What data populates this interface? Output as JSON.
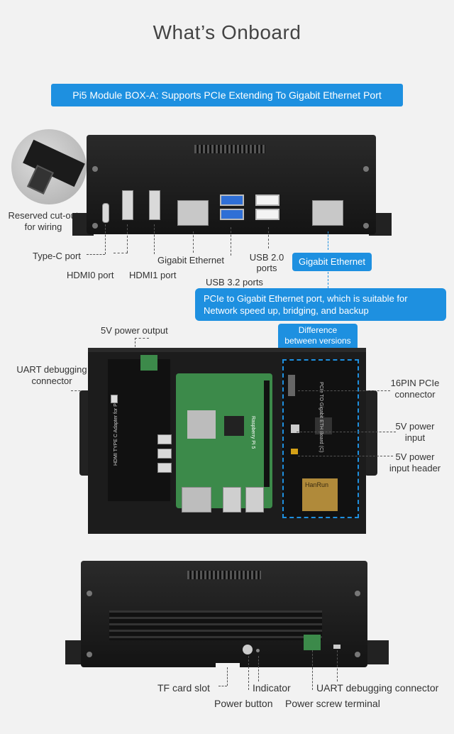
{
  "title": "What’s Onboard",
  "banner": "Pi5 Module BOX-A: Supports PCIe Extending To Gigabit Ethernet Port",
  "top_view": {
    "reserved_cutout_line1": "Reserved cut-out",
    "reserved_cutout_line2": "for wiring",
    "type_c": "Type-C port",
    "hdmi0": "HDMI0 port",
    "hdmi1": "HDMI1 port",
    "gigabit_eth_1": "Gigabit Ethernet",
    "usb32": "USB 3.2 ports",
    "usb20_line1": "USB 2.0",
    "usb20_line2": "ports",
    "gigabit_eth_2": "Gigabit Ethernet",
    "pcie_note_line1": "PCIe to Gigabit Ethernet port, which is suitable for",
    "pcie_note_line2": "Network speed up, bridging, and backup"
  },
  "middle_view": {
    "power_output": "5V power output",
    "difference_line1": "Difference",
    "difference_line2": "between versions",
    "uart_line1": "UART debugging",
    "uart_line2": "connector",
    "pcie16_line1": "16PIN PCIe",
    "pcie16_line2": "connector",
    "power_input_line1": "5V power",
    "power_input_line2": "input",
    "power_header_line1": "5V power",
    "power_header_line2": "input header",
    "board_text_left": "HDMI TYPE C Adapter for Pi5",
    "board_text_right": "PCIe TO Gigabit ETH Board (C)",
    "board_text_rpi": "Raspberry Pi 5",
    "hanrun": "HanRun"
  },
  "bottom_view": {
    "tf_card": "TF card slot",
    "indicator": "Indicator",
    "uart_conn": "UART debugging connector",
    "power_button": "Power button",
    "power_screw": "Power screw terminal"
  },
  "colors": {
    "accent": "#1e90e0",
    "background": "#f2f2f2",
    "case": "#1a1a1a",
    "pcb_green": "#3c8a4a"
  }
}
